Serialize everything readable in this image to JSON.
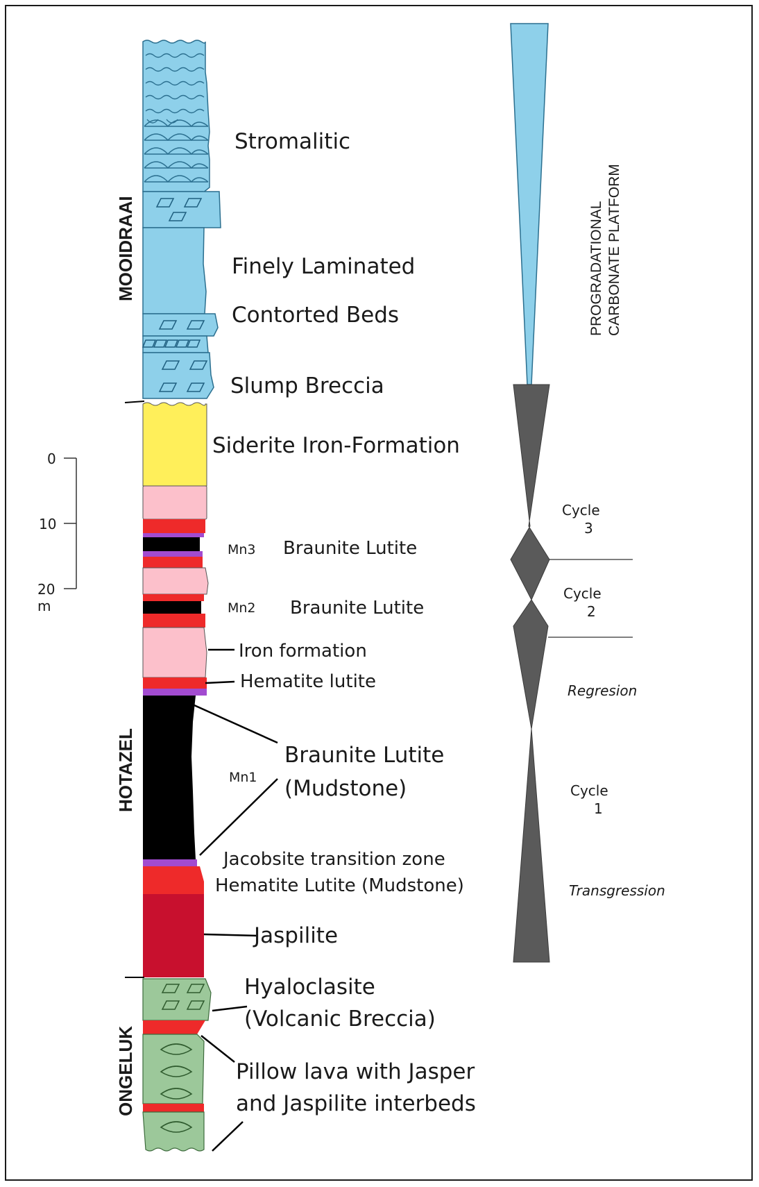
{
  "formations": {
    "top": "MOOIDRAAI",
    "middle": "HOTAZEL",
    "bottom": "ONGELUK"
  },
  "lithology_labels": {
    "stromalitic": "Stromalitic",
    "finely_laminated": "Finely Laminated",
    "contorted_beds": "Contorted Beds",
    "slump_breccia": "Slump Breccia",
    "siderite_if": "Siderite Iron-Formation",
    "braunite_lutite_mn3": "Braunite Lutite",
    "braunite_lutite_mn2": "Braunite Lutite",
    "iron_formation": "Iron formation",
    "hematite_lutite_upper": "Hematite lutite",
    "braunite_lutite_mn1_line1": "Braunite Lutite",
    "braunite_lutite_mn1_line2": "(Mudstone)",
    "jacobsite": "Jacobsite transition zone",
    "hematite_lutite_lower": "Hematite Lutite (Mudstone)",
    "jaspilite": "Jaspilite",
    "hyaloclasite_line1": "Hyaloclasite",
    "hyaloclasite_line2": "(Volcanic Breccia)",
    "pillow_line1": "Pillow lava with Jasper",
    "pillow_line2": "and Jaspilite interbeds"
  },
  "mn_markers": {
    "mn3": "Mn3",
    "mn2": "Mn2",
    "mn1": "Mn1"
  },
  "scale_bar": {
    "tick0": "0",
    "tick10": "10",
    "tick20": "20",
    "unit": "m"
  },
  "cycles": {
    "cycle3_a": "Cycle",
    "cycle3_b": "3",
    "cycle2_a": "Cycle",
    "cycle2_b": "2",
    "cycle1_a": "Cycle",
    "cycle1_b": "1",
    "regresion": "Regresion",
    "transgression": "Transgression"
  },
  "platform": {
    "line1": "PROGRADATIONAL",
    "line2": "CARBONATE PLATFORM"
  },
  "colors": {
    "carbonate_blue": "#8ed0ea",
    "siderite_yellow": "#ffef5a",
    "pink_if": "#fcc0cb",
    "red_hematite": "#ee2a2a",
    "black_mn": "#000000",
    "purple_jacobsite": "#a24bd0",
    "crimson_jaspilite": "#c8102e",
    "green_volcanic": "#9cc89a",
    "cycle_grey": "#5a5a5a"
  }
}
